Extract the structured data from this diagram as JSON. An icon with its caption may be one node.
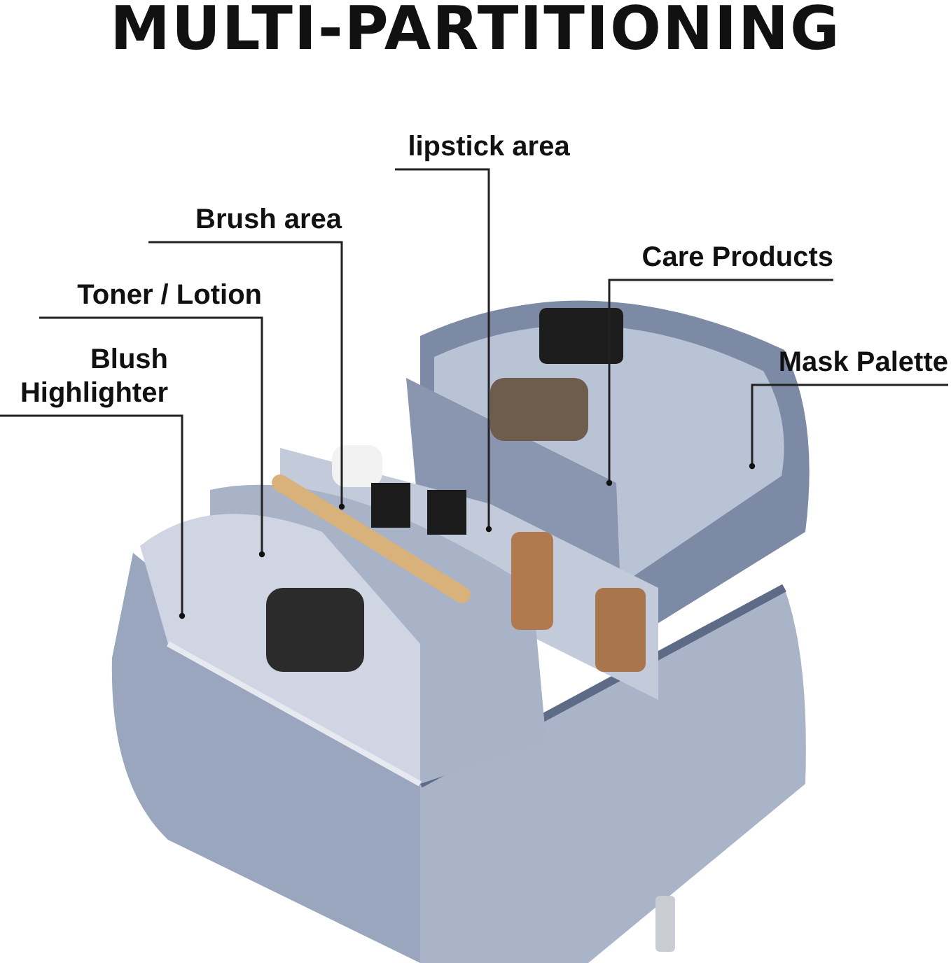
{
  "diagram": {
    "title": "MULTI-PARTITIONING",
    "nodes": [
      {
        "text": [
          "lipstick area"
        ]
      },
      {
        "text": [
          "Brush area"
        ]
      },
      {
        "text": [
          "Toner / Lotion"
        ]
      },
      {
        "text": [
          "Blush Highlighter"
        ]
      },
      {
        "text": [
          "Care Products"
        ]
      },
      {
        "text": [
          "Mask Palette"
        ]
      }
    ],
    "edges": [
      {
        "from": 0,
        "to": null,
        "arrow": "other"
      },
      {
        "from": 1,
        "to": null,
        "arrow": "other"
      },
      {
        "from": 2,
        "to": null,
        "arrow": "other"
      },
      {
        "from": 3,
        "to": null,
        "arrow": "other"
      },
      {
        "from": 4,
        "to": null,
        "arrow": "other"
      },
      {
        "from": 5,
        "to": null,
        "arrow": "other"
      }
    ]
  }
}
